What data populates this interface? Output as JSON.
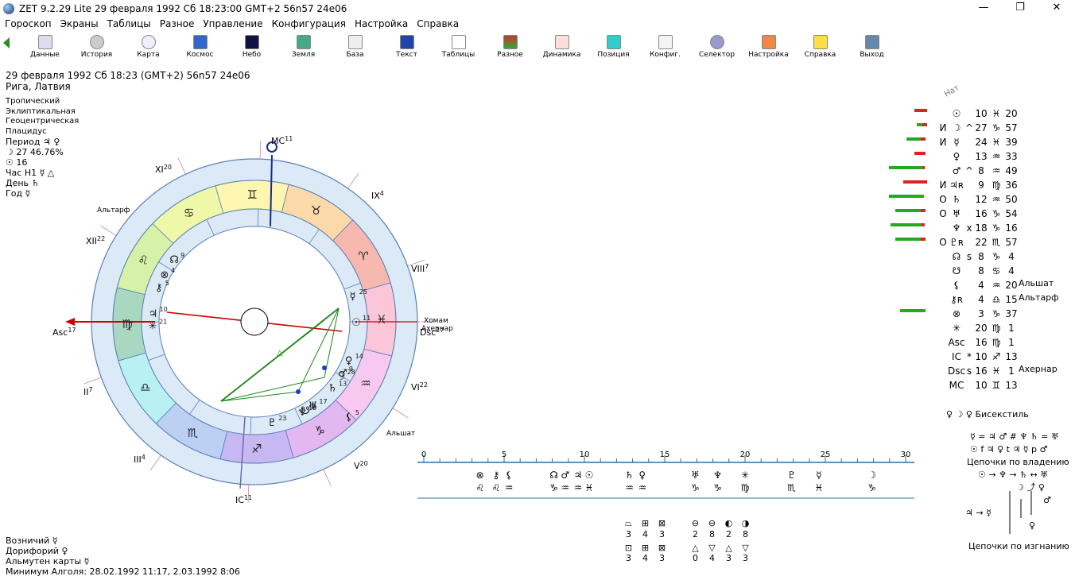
{
  "window": {
    "title": "ZET 9.2.29 Lite   29 февраля 1992  Сб  18:23:00 GMT+2 56n57  24e06",
    "minimize": "—",
    "maximize": "❐",
    "close": "✕"
  },
  "menu": [
    "Гороскоп",
    "Экраны",
    "Таблицы",
    "Разное",
    "Управление",
    "Конфигурация",
    "Настройка",
    "Справка"
  ],
  "toolbar": [
    "Данные",
    "История",
    "Карта",
    "Космос",
    "Небо",
    "Земля",
    "База",
    "Текст",
    "Таблицы",
    "Разное",
    "Динамика",
    "Позиция",
    "Конфиг.",
    "Селектор",
    "Настройка",
    "Справка",
    "Выход"
  ],
  "header": {
    "line1": "29 февраля 1992  Сб  18:23 (GMT+2) 56n57  24e06",
    "line2": "Рига, Латвия"
  },
  "params": {
    "system1": "Тропический",
    "system2": "Эклиптикальная",
    "system3": "Геоцентрическая",
    "system4": "Плацидус",
    "period": "Период ♃ ♀",
    "moon_phase": "☽  27 46.76%",
    "sun_day": "☉  16",
    "hour": "Час H1 ☿ △",
    "day": "День ♄",
    "year": "Год ☿"
  },
  "bottom_left": {
    "l1": "Возничий  ☿",
    "l2": "Дорифорий  ♀",
    "l3": "Альмутен карты  ☿",
    "l4": "Минимум Алголя: 28.02.1992 11:17,  2.03.1992  8:06"
  },
  "chart_labels": {
    "mc": "MC",
    "mc_sup": "11",
    "ic": "IC",
    "ic_sup": "11",
    "asc": "Asc",
    "asc_sup": "17",
    "dsc": "Dsc",
    "dsc_sup": "17",
    "h2": "II",
    "h2_sup": "7",
    "h3": "III",
    "h3_sup": "4",
    "h5": "V",
    "h5_sup": "20",
    "h6": "VI",
    "h6_sup": "22",
    "h8": "VIII",
    "h8_sup": "7",
    "h9": "IX",
    "h9_sup": "4",
    "h11": "XI",
    "h11_sup": "20",
    "h12": "XII",
    "h12_sup": "22",
    "star_altarf": "Альтарф",
    "star_khomam": "Хомам",
    "star_akhernar": "Ахернар",
    "star_alshat": "Альшат",
    "nat": "Нат"
  },
  "zodiac_signs": [
    "♍",
    "♌",
    "♋",
    "♊",
    "♉",
    "♈",
    "♓",
    "♒",
    "♑",
    "♐",
    "♏",
    "♎"
  ],
  "planets_in_chart": [
    {
      "g": "☉",
      "d": "11"
    },
    {
      "g": "☿",
      "d": "25"
    },
    {
      "g": "♀",
      "d": "14"
    },
    {
      "g": "♄",
      "d": "13"
    },
    {
      "g": "♂",
      "d": "9"
    },
    {
      "g": "☽",
      "d": "28"
    },
    {
      "g": "♅",
      "d": "17"
    },
    {
      "g": "♆",
      "d": "19"
    },
    {
      "g": "☋",
      "d": "9"
    },
    {
      "g": "♇",
      "d": "23"
    },
    {
      "g": "♃",
      "d": "10"
    },
    {
      "g": "✳",
      "d": "21"
    },
    {
      "g": "⚷",
      "d": "5"
    },
    {
      "g": "⊗",
      "d": "4"
    },
    {
      "g": "☊",
      "d": "9"
    },
    {
      "g": "⚸",
      "d": "5"
    }
  ],
  "positions": [
    {
      "f": "",
      "g": "☉",
      "m": "",
      "d": "10",
      "s": "♓",
      "mn": "20"
    },
    {
      "f": "И",
      "g": "☽",
      "m": "^",
      "d": "27",
      "s": "♑",
      "mn": "57"
    },
    {
      "f": "И",
      "g": "☿",
      "m": "",
      "d": "24",
      "s": "♓",
      "mn": "39"
    },
    {
      "f": "",
      "g": "♀",
      "m": "",
      "d": "13",
      "s": "♒",
      "mn": "33"
    },
    {
      "f": "",
      "g": "♂",
      "m": "^",
      "d": "8",
      "s": "♒",
      "mn": "49"
    },
    {
      "f": "И",
      "g": "♃ʀ",
      "m": "",
      "d": "9",
      "s": "♍",
      "mn": "36"
    },
    {
      "f": "О",
      "g": "♄",
      "m": "",
      "d": "12",
      "s": "♒",
      "mn": "50"
    },
    {
      "f": "О",
      "g": "♅",
      "m": "",
      "d": "16",
      "s": "♑",
      "mn": "54"
    },
    {
      "f": "",
      "g": "♆",
      "m": "x",
      "d": "18",
      "s": "♑",
      "mn": "16"
    },
    {
      "f": "О",
      "g": "♇ʀ",
      "m": "",
      "d": "22",
      "s": "♏",
      "mn": "57"
    },
    {
      "f": "",
      "g": "☊",
      "m": "s",
      "d": "8",
      "s": "♑",
      "mn": "4"
    },
    {
      "f": "",
      "g": "☋",
      "m": "",
      "d": "8",
      "s": "♋",
      "mn": "4"
    },
    {
      "f": "",
      "g": "⚸",
      "m": "",
      "d": "4",
      "s": "♒",
      "mn": "20"
    },
    {
      "f": "",
      "g": "⚷ʀ",
      "m": "",
      "d": "4",
      "s": "♎",
      "mn": "15"
    },
    {
      "f": "",
      "g": "⊗",
      "m": "",
      "d": "3",
      "s": "♑",
      "mn": "37"
    },
    {
      "f": "",
      "g": "✳",
      "m": "",
      "d": "20",
      "s": "♍",
      "mn": "1"
    },
    {
      "f": "",
      "g": "Asc",
      "m": "",
      "d": "16",
      "s": "♍",
      "mn": "1"
    },
    {
      "f": "",
      "g": "IC",
      "m": "*",
      "d": "10",
      "s": "♐",
      "mn": "13"
    },
    {
      "f": "",
      "g": "Dsc",
      "m": "s",
      "d": "16",
      "s": "♓",
      "mn": "1"
    },
    {
      "f": "",
      "g": "MC",
      "m": "",
      "d": "10",
      "s": "♊",
      "mn": "13"
    }
  ],
  "pos_stars": {
    "s1": "Альшат",
    "s2": "Альтарф",
    "s3": "Ахернар"
  },
  "aspect_right": {
    "line1": "♀ ☽ ♀   Бисекстиль",
    "line2": "☿ = ♃  ♂ # ♆  ♄ = ♅",
    "line3": "☉ f ♃  ♀ t ♃  ☿ p ♂",
    "chain_own": "Цепочки по владению",
    "chain_exile": "Цепочки по изгнанию",
    "ch1": "☉ → ♆ → ♄ ↔ ♅",
    "ch2": "☽ ⤴   ♀",
    "ch3": "♂",
    "ch4": "♃ → ☿",
    "ch5": "♀"
  },
  "scale": {
    "ticks": [
      "0",
      "5",
      "10",
      "15",
      "20",
      "25",
      "30"
    ],
    "row1": [
      "⊗",
      "⚷",
      "⚸",
      "☊",
      "♂",
      "♃",
      "☉",
      "♄",
      "♀",
      "♅",
      "♆",
      "✳",
      "♇",
      "☿",
      "☽"
    ],
    "row2": [
      "♌",
      "♌",
      "♒",
      "♑",
      "♒",
      "♒",
      "♓",
      "♒",
      "♒",
      "♑",
      "♑",
      "♍",
      "♏",
      "♓",
      "♑"
    ]
  },
  "stats": {
    "r1": [
      "3",
      "4",
      "3",
      "",
      "2",
      "8",
      "2",
      "8"
    ],
    "r2": [
      "3",
      "4",
      "3",
      "",
      "0",
      "4",
      "3",
      "3"
    ]
  }
}
